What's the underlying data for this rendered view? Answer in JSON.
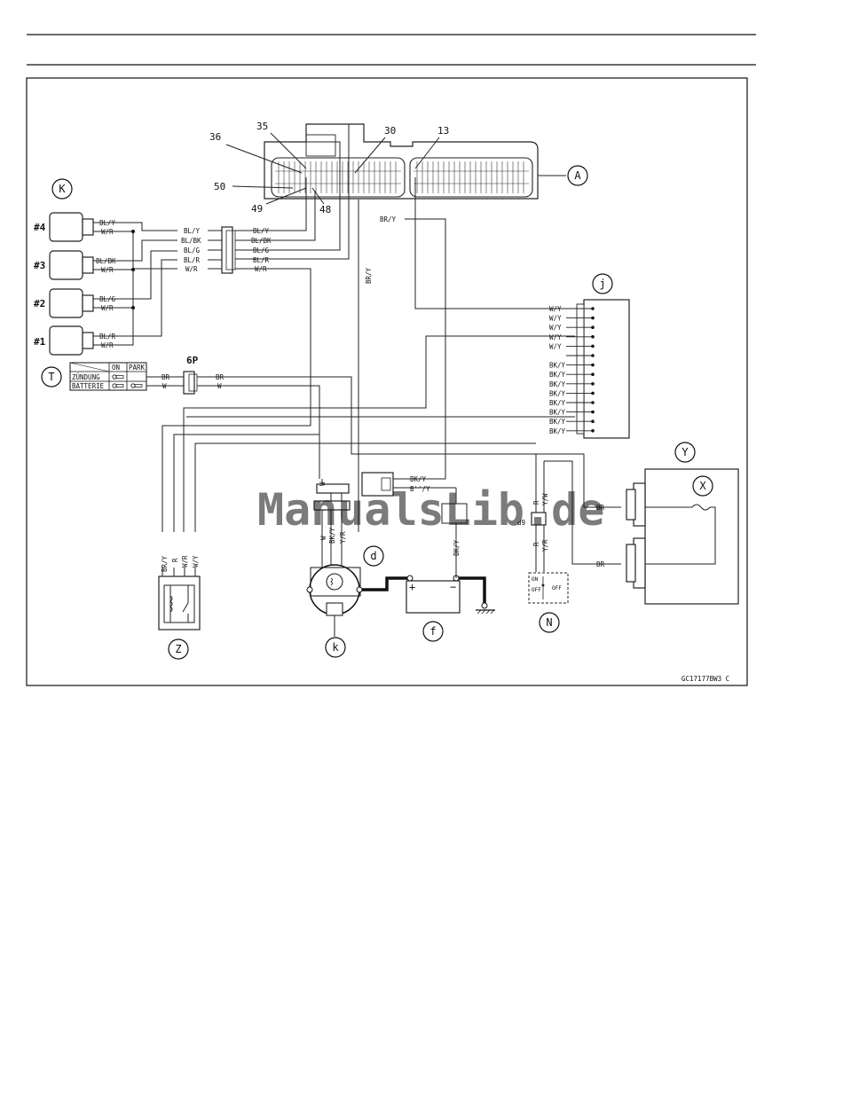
{
  "diagram": {
    "code": "GC17177BW3 C",
    "watermark": "ManualsLib.de",
    "callouts": {
      "A": "A",
      "K": "K",
      "T": "T",
      "j": "j",
      "Y": "Y",
      "X": "X",
      "d": "d",
      "f": "f",
      "k": "k",
      "N": "N",
      "Z": "Z"
    },
    "pins": {
      "p35": "35",
      "p36": "36",
      "p30": "30",
      "p13": "13",
      "p50": "50",
      "p49": "49",
      "p48": "48"
    },
    "coils": {
      "c4": "#4",
      "c3": "#3",
      "c2": "#2",
      "c1": "#1"
    },
    "connector_6p": "6P",
    "switch_table": {
      "on": "ON",
      "park": "PARK",
      "zundung": "ZÜNDUNG",
      "batterie": "BATTERIE"
    },
    "wires": {
      "bly": "BL/Y",
      "wr": "W/R",
      "blbk": "BL/BK",
      "blg": "BL/G",
      "blr": "BL/R",
      "bry": "BR/Y",
      "wy": "W/Y",
      "bky": "BK/Y",
      "br": "BR",
      "w": "W",
      "r": "R",
      "yr": "Y/R",
      "yw": "Y/W",
      "b_y": "B''/Y"
    },
    "relay_labels": {
      "bry": "BR/Y",
      "r": "R",
      "wr": "W/R",
      "wy": "W/Y"
    },
    "battery": {
      "plus": "+",
      "minus": "−"
    },
    "switch_n": {
      "on": "ON",
      "off": "OFF",
      "off2": "OFF"
    },
    "sixp2": "6P"
  }
}
